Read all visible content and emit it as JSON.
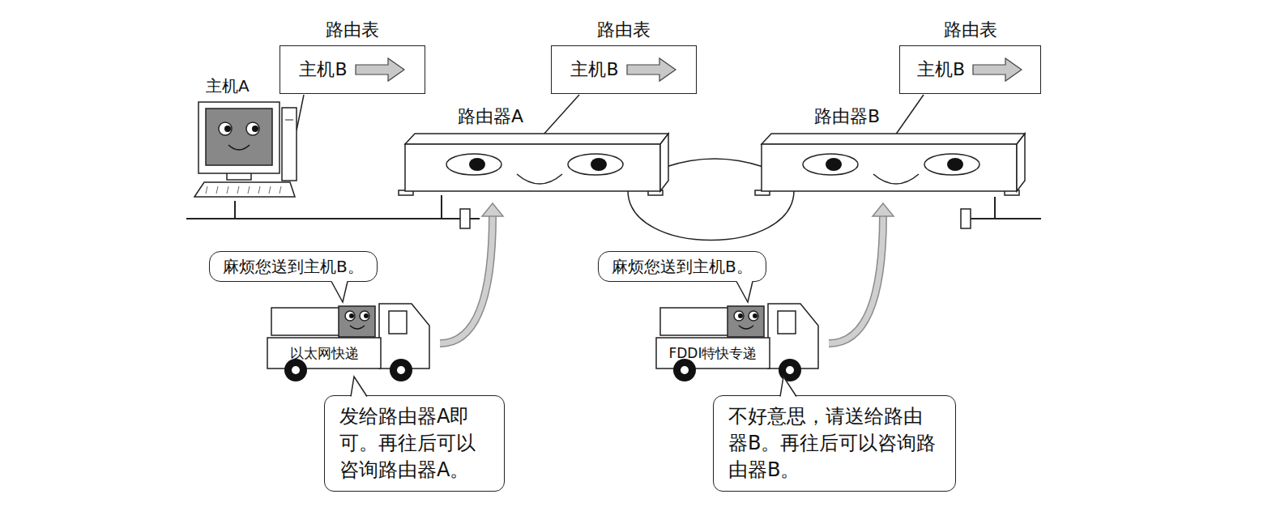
{
  "diagram": {
    "nodes": [
      {
        "text": [
          "路由表",
          "主机B"
        ]
      },
      {
        "text": [
          "路由表",
          "主机B"
        ]
      },
      {
        "text": [
          "路由表",
          "主机B"
        ]
      },
      {
        "text": [
          "主机A"
        ]
      },
      {
        "text": [
          "路由器A"
        ]
      },
      {
        "text": [
          "路由器B"
        ]
      },
      {
        "text": [
          "麻烦您送到主机B。"
        ]
      },
      {
        "text": [
          "以太网快递"
        ]
      },
      {
        "text": [
          "发给路由器A即 可。再往后可以 咨询路由器A。"
        ]
      },
      {
        "text": [
          "麻烦您送到主机B。"
        ]
      },
      {
        "text": [
          "FDDI特快专递"
        ]
      },
      {
        "text": [
          "不好意思，请送给路由 器B。再往后可以咨询路 由器B。"
        ]
      }
    ],
    "edges": [
      {
        "from": 0,
        "to": 3,
        "arrow": "none"
      },
      {
        "from": 1,
        "to": 4,
        "arrow": "none"
      },
      {
        "from": 2,
        "to": 5,
        "arrow": "none"
      },
      {
        "from": 3,
        "to": 4,
        "arrow": "none"
      },
      {
        "from": 4,
        "to": 5,
        "arrow": "none"
      },
      {
        "from": 7,
        "to": 4,
        "arrow": "to"
      },
      {
        "from": 10,
        "to": 5,
        "arrow": "to"
      }
    ]
  }
}
